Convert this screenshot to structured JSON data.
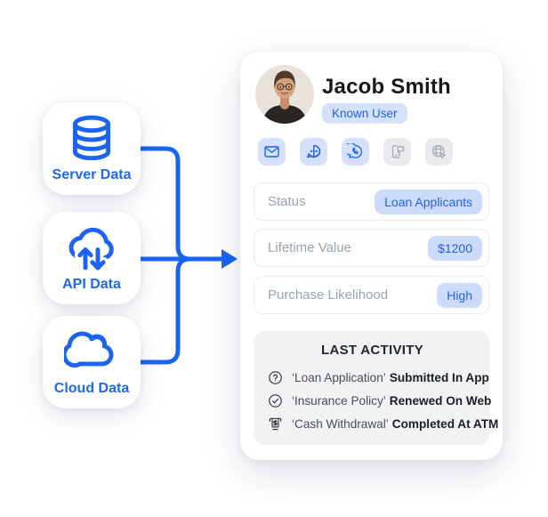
{
  "colors": {
    "accent": "#1b63f1",
    "badge-bg": "#d5e1fc",
    "badge-text": "#2262e9",
    "chip-bg": "#ccdbfa",
    "disabled-bg": "#e9eaec",
    "disabled-icon": "#a9aeb6",
    "activity-bg": "#f1f2f4"
  },
  "sources": {
    "items": [
      {
        "icon": "database-icon",
        "label": "Server Data"
      },
      {
        "icon": "cloud-sync-icon",
        "label": "API Data"
      },
      {
        "icon": "cloud-icon",
        "label": "Cloud Data"
      }
    ]
  },
  "profile": {
    "name": "Jacob Smith",
    "badge": "Known User",
    "contact_icons": [
      {
        "name": "email-icon",
        "enabled": true
      },
      {
        "name": "chat-icon",
        "enabled": true
      },
      {
        "name": "whatsapp-icon",
        "enabled": true
      },
      {
        "name": "mobile-message-icon",
        "enabled": false
      },
      {
        "name": "web-globe-icon",
        "enabled": false
      }
    ],
    "fields": [
      {
        "label": "Status",
        "value": "Loan Applicants"
      },
      {
        "label": "Lifetime Value",
        "value": "$1200"
      },
      {
        "label": "Purchase Likelihood",
        "value": "High"
      }
    ],
    "last_activity": {
      "title": "LAST ACTIVITY",
      "items": [
        {
          "icon": "question-circle-icon",
          "quoted": "‘Loan Application’",
          "bold": "Submitted In App"
        },
        {
          "icon": "check-circle-icon",
          "quoted": "‘Insurance Policy’",
          "bold": "Renewed On Web"
        },
        {
          "icon": "atm-icon",
          "quoted": "‘Cash Withdrawal’",
          "bold": "Completed At ATM"
        }
      ]
    }
  }
}
